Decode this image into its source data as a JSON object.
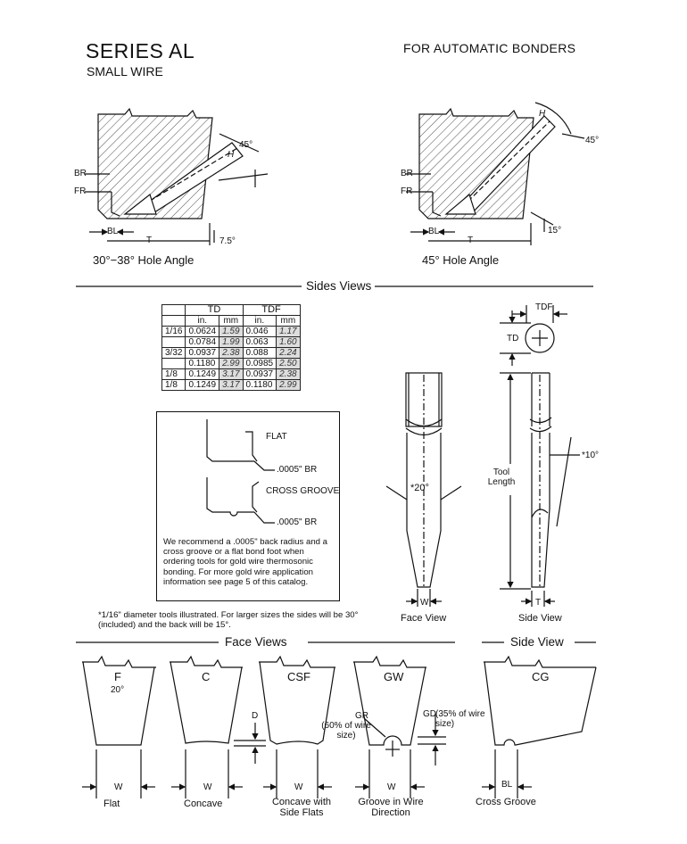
{
  "header": {
    "series": "SERIES AL",
    "subtitle": "SMALL WIRE",
    "application": "FOR AUTOMATIC BONDERS"
  },
  "hole_angle_views": [
    {
      "caption": "30°−38° Hole Angle",
      "angle_top": "45°",
      "angle_bottom": "7.5°",
      "labels": {
        "br": "BR",
        "fr": "FR",
        "bl": "BL",
        "t": "T",
        "h": "H"
      }
    },
    {
      "caption": "45° Hole Angle",
      "angle_top": "45°",
      "angle_bottom": "15°",
      "labels": {
        "br": "BR",
        "fr": "FR",
        "bl": "BL",
        "t": "T",
        "h": "H"
      }
    }
  ],
  "sides_views_title": "Sides Views",
  "dimension_table": {
    "headers": [
      "TD",
      "TDF"
    ],
    "units": [
      "in.",
      "mm",
      "in.",
      "mm"
    ],
    "rows": [
      {
        "size": "1/16",
        "td_in": "0.0624",
        "td_mm": "1.59",
        "tdf_in": "0.046",
        "tdf_mm": "1.17"
      },
      {
        "size": "",
        "td_in": "0.0784",
        "td_mm": "1.99",
        "tdf_in": "0.063",
        "tdf_mm": "1.60"
      },
      {
        "size": "3/32",
        "td_in": "0.0937",
        "td_mm": "2.38",
        "tdf_in": "0.088",
        "tdf_mm": "2.24"
      },
      {
        "size": "",
        "td_in": "0.1180",
        "td_mm": "2.99",
        "tdf_in": "0.0985",
        "tdf_mm": "2.50"
      },
      {
        "size": "1/8",
        "td_in": "0.1249",
        "td_mm": "3.17",
        "tdf_in": "0.0937",
        "tdf_mm": "2.38"
      },
      {
        "size": "1/8",
        "td_in": "0.1249",
        "td_mm": "3.17",
        "tdf_in": "0.1180",
        "tdf_mm": "2.99"
      }
    ]
  },
  "foot_options": {
    "flat": "FLAT",
    "flat_br": ".0005\" BR",
    "cross_groove": "CROSS GROOVE",
    "cross_groove_br": ".0005\" BR",
    "recommendation": "We recommend a .0005\" back radius and a cross groove or a flat bond foot when ordering tools for gold wire thermosonic bonding. For more gold wire application information see page 5 of this catalog."
  },
  "footnote": "*1/16\" diameter tools illustrated. For larger sizes the sides will be 30°(included) and the back will be 15°.",
  "face_view": {
    "angle": "*20°",
    "w": "W",
    "caption": "Face View"
  },
  "side_view": {
    "tdf": "TDF",
    "td": "TD",
    "tool_length": "Tool Length",
    "angle": "*10°",
    "t": "T",
    "caption": "Side View"
  },
  "face_views_title": "Face Views",
  "side_view_title": "Side View",
  "tips": [
    {
      "code": "F",
      "extra": "20°",
      "dim": "W",
      "caption": "Flat"
    },
    {
      "code": "C",
      "dim": "W",
      "caption": "Concave"
    },
    {
      "code": "CSF",
      "dim": "W",
      "depth": "D",
      "caption": "Concave with Side Flats"
    },
    {
      "code": "GW",
      "dim": "W",
      "gr": "GR",
      "gr_note": "(60% of wire size)",
      "gd": "GD",
      "gd_note": "(35% of wire size)",
      "caption": "Groove in Wire Direction"
    },
    {
      "code": "CG",
      "dim": "BL",
      "caption": "Cross Groove"
    }
  ]
}
